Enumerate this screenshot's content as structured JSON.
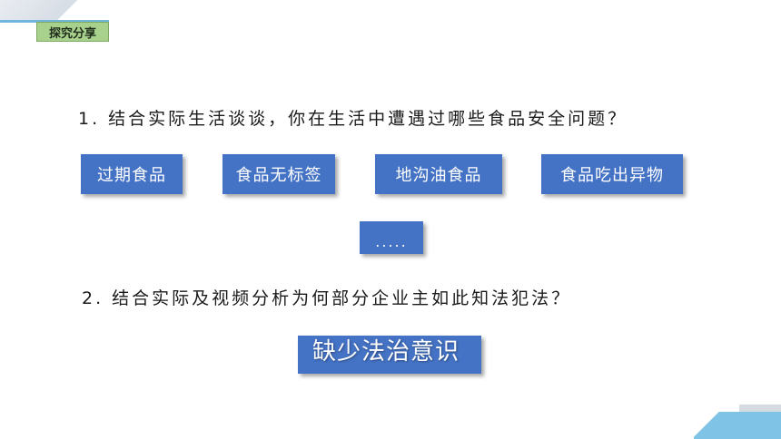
{
  "header": {
    "badge": "探究分享"
  },
  "questions": {
    "q1": "1. 结合实际生活谈谈，你在生活中遭遇过哪些食品安全问题？",
    "q2": "2. 结合实际及视频分析为何部分企业主如此知法犯法？"
  },
  "tags": [
    "过期食品",
    "食品无标签",
    "地沟油食品",
    "食品吃出异物",
    "....."
  ],
  "answer": {
    "text": "缺少法治意识"
  },
  "colors": {
    "tag_bg": "#4472c4",
    "badge_bg": "#a9d18e",
    "accent": "#6fb6dc"
  }
}
